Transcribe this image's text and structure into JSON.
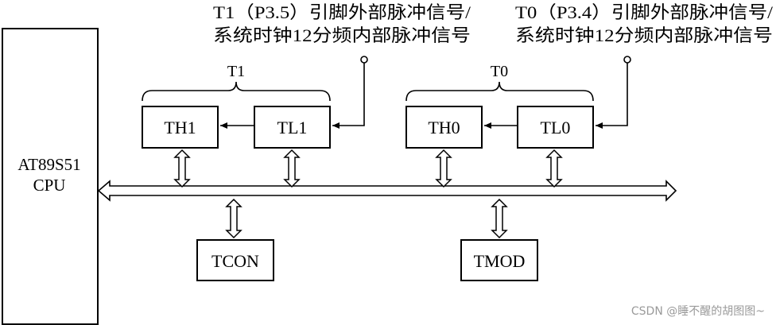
{
  "cpu": {
    "line1": "AT89S51",
    "line2": "CPU"
  },
  "registers": {
    "th1": "TH1",
    "tl1": "TL1",
    "th0": "TH0",
    "tl0": "TL0",
    "tcon": "TCON",
    "tmod": "TMOD"
  },
  "groups": {
    "t1": "T1",
    "t0": "T0"
  },
  "sources": {
    "t1_line1": "T1（P3.5）引脚外部脉冲信号/",
    "t1_line2": "系统时钟12分频内部脉冲信号",
    "t0_line1": "T0（P3.4）引脚外部脉冲信号/",
    "t0_line2": "系统时钟12分频内部脉冲信号"
  },
  "watermark": "CSDN @睡不醒的胡图图~",
  "colors": {
    "stroke": "#000000",
    "background": "#ffffff",
    "watermark": "#9a9a9a"
  }
}
